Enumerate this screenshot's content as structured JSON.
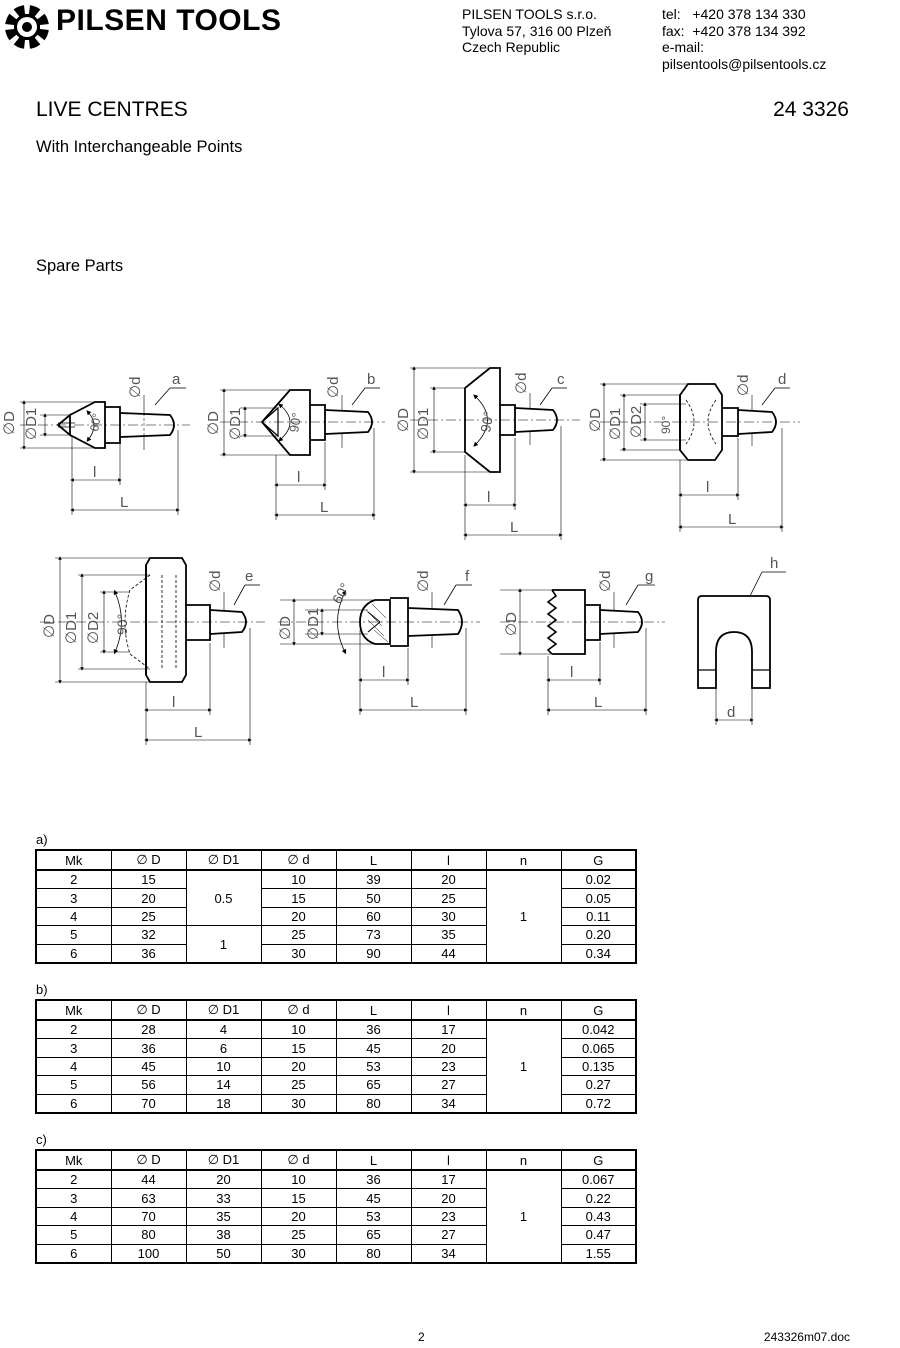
{
  "header": {
    "logo_text": "PILSEN TOOLS",
    "address_lines": [
      "PILSEN TOOLS s.r.o.",
      "Tylova 57, 316 00 Plzeň",
      "Czech Republic"
    ],
    "contact_lines": [
      "tel:   +420 378 134 330",
      "fax:  +420 378 134 392",
      "e-mail:",
      "pilsentools@pilsentools.cz"
    ]
  },
  "title": "LIVE CENTRES",
  "code": "24 3326",
  "subtitle": "With Interchangeable Points",
  "section": "Spare Parts",
  "drawing_labels": {
    "letters": [
      "a",
      "b",
      "c",
      "d",
      "e",
      "f",
      "g",
      "h"
    ],
    "D": "∅D",
    "D1": "∅D1",
    "D2": "∅D2",
    "d": "∅d",
    "L": "L",
    "l": "l",
    "d_plain": "d",
    "angle60": "60°",
    "angle90": "90°"
  },
  "tables": [
    {
      "label": "a)",
      "headers": [
        "Mk",
        "∅ D",
        "∅ D1",
        "∅ d",
        "L",
        "l",
        "n",
        "G"
      ],
      "rows": [
        {
          "mk": "2",
          "D": "15",
          "d": "10",
          "L": "39",
          "l": "20",
          "G": "0.02"
        },
        {
          "mk": "3",
          "D": "20",
          "d": "15",
          "L": "50",
          "l": "25",
          "G": "0.05"
        },
        {
          "mk": "4",
          "D": "25",
          "d": "20",
          "L": "60",
          "l": "30",
          "G": "0.11"
        },
        {
          "mk": "5",
          "D": "32",
          "d": "25",
          "L": "73",
          "l": "35",
          "G": "0.20"
        },
        {
          "mk": "6",
          "D": "36",
          "d": "30",
          "L": "90",
          "l": "44",
          "G": "0.34"
        }
      ],
      "D1_merged": [
        "0.5",
        "1"
      ],
      "n": "1"
    },
    {
      "label": "b)",
      "headers": [
        "Mk",
        "∅ D",
        "∅ D1",
        "∅ d",
        "L",
        "l",
        "n",
        "G"
      ],
      "rows": [
        {
          "mk": "2",
          "D": "28",
          "D1": "4",
          "d": "10",
          "L": "36",
          "l": "17",
          "G": "0.042"
        },
        {
          "mk": "3",
          "D": "36",
          "D1": "6",
          "d": "15",
          "L": "45",
          "l": "20",
          "G": "0.065"
        },
        {
          "mk": "4",
          "D": "45",
          "D1": "10",
          "d": "20",
          "L": "53",
          "l": "23",
          "G": "0.135"
        },
        {
          "mk": "5",
          "D": "56",
          "D1": "14",
          "d": "25",
          "L": "65",
          "l": "27",
          "G": "0.27"
        },
        {
          "mk": "6",
          "D": "70",
          "D1": "18",
          "d": "30",
          "L": "80",
          "l": "34",
          "G": "0.72"
        }
      ],
      "n": "1"
    },
    {
      "label": "c)",
      "headers": [
        "Mk",
        "∅ D",
        "∅ D1",
        "∅ d",
        "L",
        "l",
        "n",
        "G"
      ],
      "rows": [
        {
          "mk": "2",
          "D": "44",
          "D1": "20",
          "d": "10",
          "L": "36",
          "l": "17",
          "G": "0.067"
        },
        {
          "mk": "3",
          "D": "63",
          "D1": "33",
          "d": "15",
          "L": "45",
          "l": "20",
          "G": "0.22"
        },
        {
          "mk": "4",
          "D": "70",
          "D1": "35",
          "d": "20",
          "L": "53",
          "l": "23",
          "G": "0.43"
        },
        {
          "mk": "5",
          "D": "80",
          "D1": "38",
          "d": "25",
          "L": "65",
          "l": "27",
          "G": "0.47"
        },
        {
          "mk": "6",
          "D": "100",
          "D1": "50",
          "d": "30",
          "L": "80",
          "l": "34",
          "G": "1.55"
        }
      ],
      "n": "1"
    }
  ],
  "footer": {
    "page": "2",
    "doc": "243326m07.doc"
  }
}
